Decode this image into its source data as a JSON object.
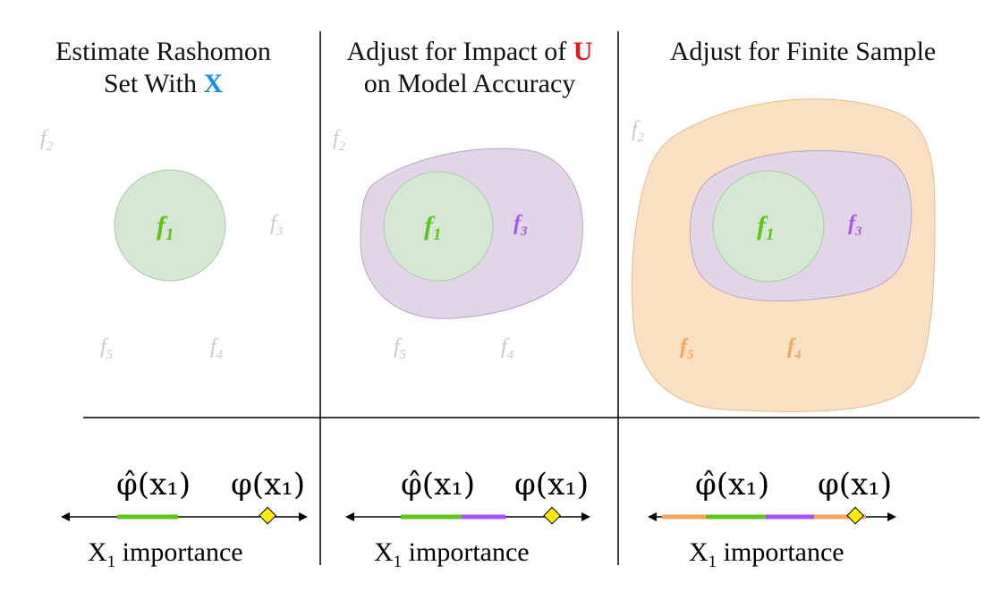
{
  "panels": [
    {
      "title_line1": "Estimate Rashomon",
      "title_line2_prefix": "Set With ",
      "title_highlight": "X",
      "highlight_color": "#1a8fe8",
      "models": [
        "f1",
        "f2",
        "f3",
        "f4",
        "f5"
      ],
      "active_models": [
        "f1"
      ],
      "axis_label_main": "X",
      "axis_label_sub": "1",
      "axis_label_rest": " importance",
      "phi_hat_label": "φ̂(x₁)",
      "phi_label": "φ(x₁)",
      "interval_segments": [
        "green"
      ]
    },
    {
      "title_line1_prefix": "Adjust for Impact of ",
      "title_highlight": "U",
      "highlight_color": "#e01919",
      "title_line2": "on Model Accuracy",
      "models": [
        "f1",
        "f2",
        "f3",
        "f4",
        "f5"
      ],
      "active_models": [
        "f1",
        "f3"
      ],
      "axis_label_main": "X",
      "axis_label_sub": "1",
      "axis_label_rest": " importance",
      "phi_hat_label": "φ̂(x₁)",
      "phi_label": "φ(x₁)",
      "interval_segments": [
        "green",
        "purple"
      ]
    },
    {
      "title_line1": "Adjust for Finite Sample",
      "models": [
        "f1",
        "f2",
        "f3",
        "f4",
        "f5"
      ],
      "active_models": [
        "f1",
        "f3",
        "f4",
        "f5"
      ],
      "axis_label_main": "X",
      "axis_label_sub": "1",
      "axis_label_rest": " importance",
      "phi_hat_label": "φ̂(x₁)",
      "phi_label": "φ(x₁)",
      "interval_segments": [
        "orange",
        "green",
        "purple",
        "orange"
      ]
    }
  ],
  "model_labels": {
    "f1": {
      "main": "f",
      "sub": "1"
    },
    "f2": {
      "main": "f",
      "sub": "2"
    },
    "f3": {
      "main": "f",
      "sub": "3"
    },
    "f4": {
      "main": "f",
      "sub": "4"
    },
    "f5": {
      "main": "f",
      "sub": "5"
    }
  },
  "colors": {
    "green_fill": "#d5e8d4",
    "green_text": "#5ec41c",
    "green_line": "#5ec41c",
    "purple_fill": "#e1d5e7",
    "purple_text": "#a855f7",
    "purple_line": "#a855f7",
    "orange_fill": "#fce0c4",
    "orange_text": "#f6a35c",
    "orange_line": "#f6a35c",
    "gray_text": "#c8c8c8",
    "diamond_fill": "#ffee00"
  }
}
